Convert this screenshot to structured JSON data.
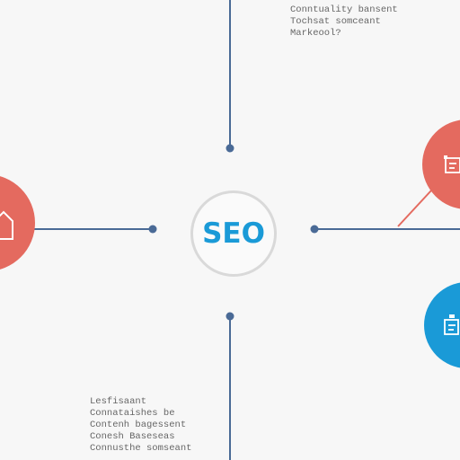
{
  "center": {
    "label": "SEO",
    "color": "#1a9ad7",
    "ring_color": "#d9d9d9"
  },
  "connector_color": "#4a6a96",
  "nodes": [
    {
      "id": "left",
      "color": "#e46a5f",
      "icon": "home-icon"
    },
    {
      "id": "right-top",
      "color": "#e46a5f",
      "icon": "document-icon"
    },
    {
      "id": "right-bottom",
      "color": "#1a9ad7",
      "icon": "document-icon"
    }
  ],
  "notes": {
    "top": [
      "Conntuality bansent",
      "Tochsat somceant",
      "Markeool?"
    ],
    "bottom": [
      "Lesfisaant",
      "Connataishes be",
      "Contenh bagessent",
      "Conesh Baseseas",
      "Connusthe somseant"
    ]
  }
}
